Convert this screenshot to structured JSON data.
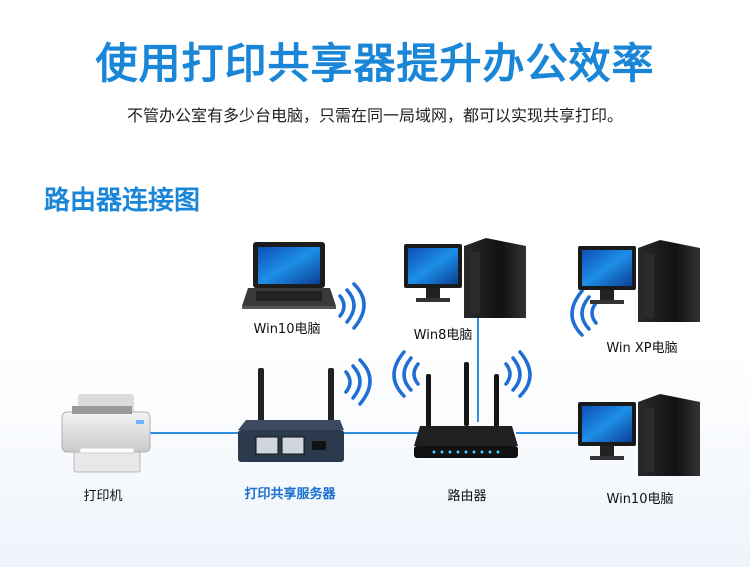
{
  "header": {
    "title": "使用打印共享器提升办公效率",
    "subtitle": "不管办公室有多少台电脑，只需在同一局域网，都可以实现共享打印。"
  },
  "section": {
    "title": "路由器连接图"
  },
  "devices": {
    "printer": "打印机",
    "print_server": "打印共享服务器",
    "router": "路由器",
    "win10_laptop": "Win10电脑",
    "win8_pc": "Win8电脑",
    "winxp_pc": "Win XP电脑",
    "win10_pc": "Win10电脑"
  },
  "colors": {
    "accent": "#1a86d8",
    "link_line": "#2f8fe0",
    "wifi": "#1f6ed6"
  }
}
